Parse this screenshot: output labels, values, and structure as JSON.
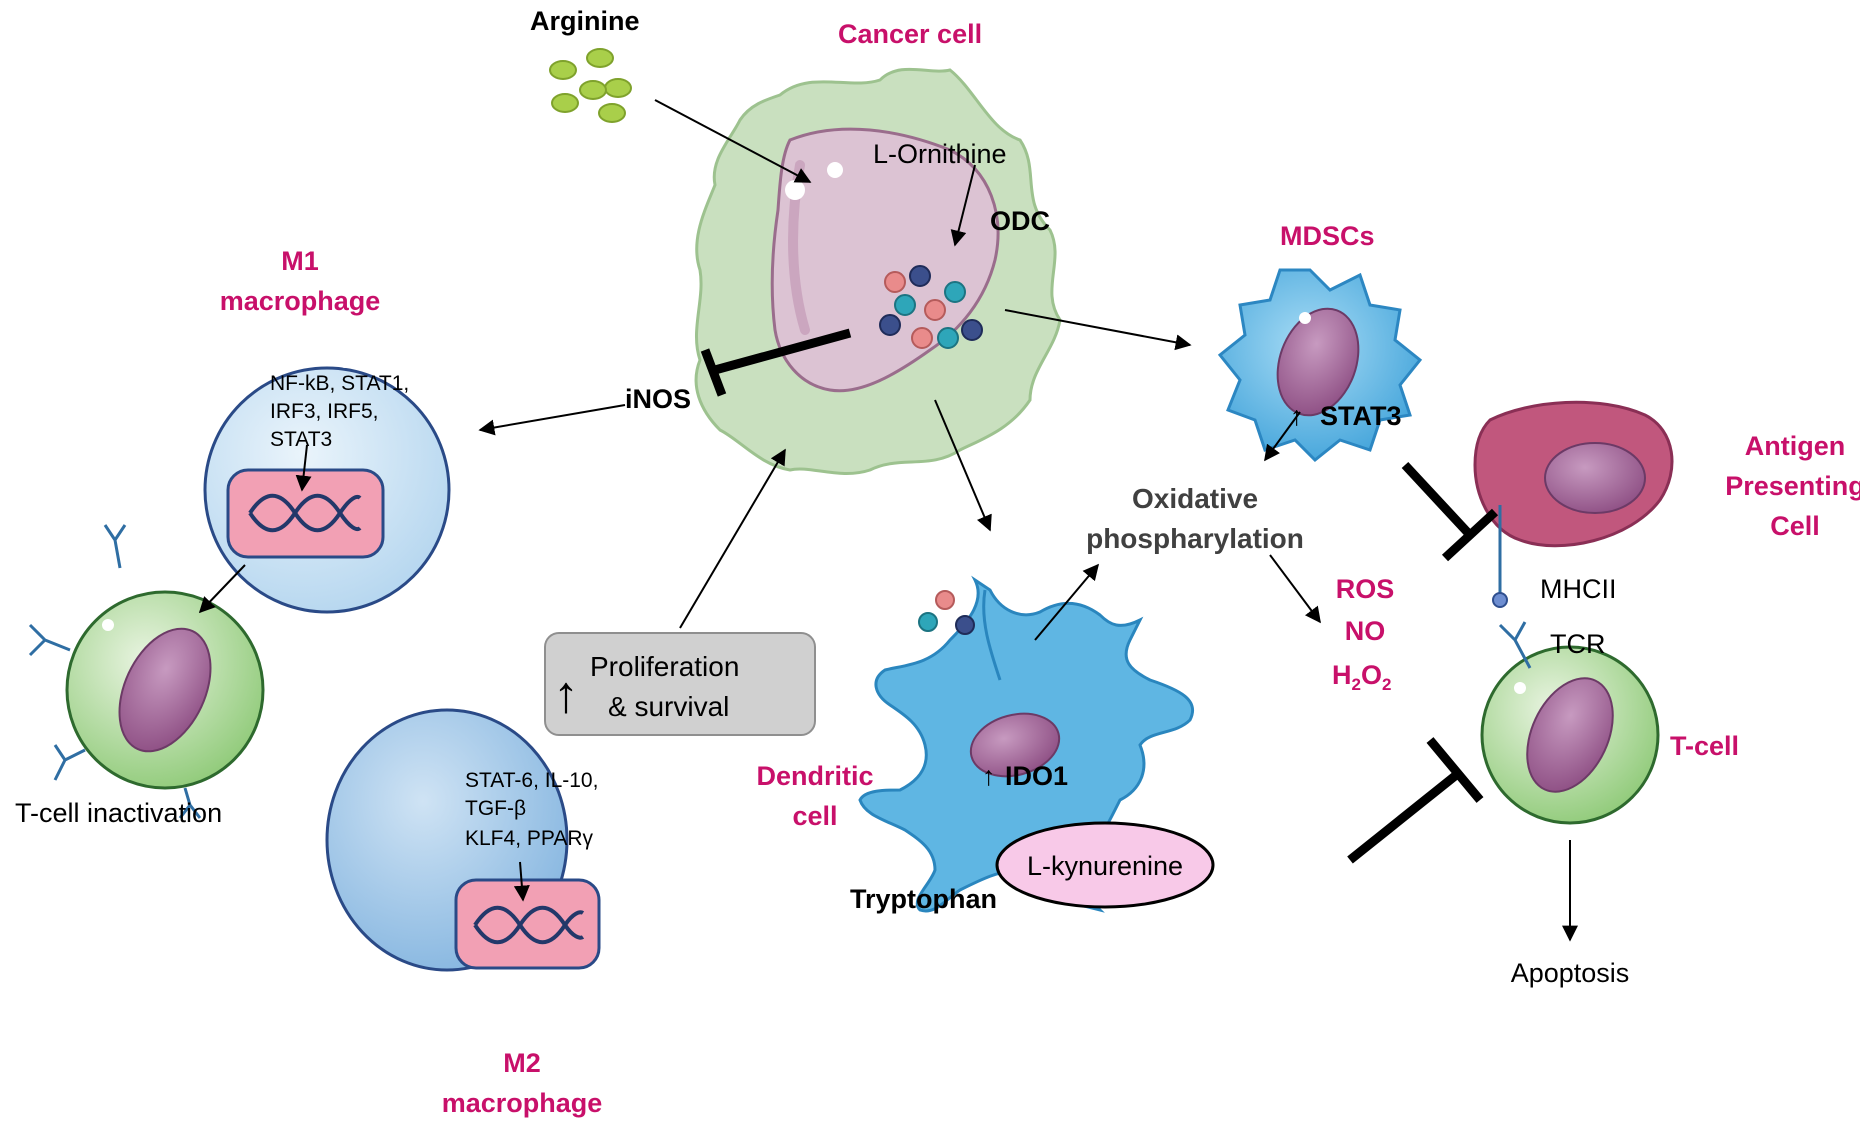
{
  "colors": {
    "magenta": "#c8106a",
    "black": "#000000",
    "gray_text": "#404040",
    "cancer_fill": "#c9e0bf",
    "cancer_nucleus": "#d9c0d0",
    "mdsc_fill": "#63b8e6",
    "dendritic_fill": "#5fb6e3",
    "m1_fill": "#cfe5f5",
    "m2_fill": "#a9ccea",
    "tcell_ring": "#8cc97a",
    "tcell_nucleus": "#a36092",
    "dna_box": "#f2a0b4",
    "kyn_fill": "#f8c9e8",
    "prolif_fill": "#d0d0d0",
    "apc_fill": "#c1577d",
    "pellet_green": "#a9cf4a"
  },
  "labels": {
    "arginine": "Arginine",
    "cancer_cell": "Cancer cell",
    "l_ornithine": "L-Ornithine",
    "odc": "ODC",
    "mdscs": "MDSCs",
    "stat3": "STAT3",
    "m1_title_line1": "M1",
    "m1_title_line2": "macrophage",
    "m1_factors": [
      "NF-kB, STAT1,",
      "IRF3, IRF5,",
      "STAT3"
    ],
    "inos": "iNOS",
    "oxphos_line1": "Oxidative",
    "oxphos_line2": "phospharylation",
    "apc_line1": "Antigen",
    "apc_line2": "Presenting",
    "apc_line3": "Cell",
    "mhcii": "MHCII",
    "tcr": "TCR",
    "ros": "ROS",
    "no": "NO",
    "h2o2_h": "H",
    "h2o2_2a": "2",
    "h2o2_o": "O",
    "h2o2_2b": "2",
    "t_cell": "T-cell",
    "t_cell_inactivation": "T-cell inactivation",
    "prolif_up": "↑",
    "prolif_line1": "Proliferation",
    "prolif_line2": "& survival",
    "m2_factors": [
      "STAT-6, IL-10,",
      "TGF-β",
      "KLF4, PPARγ"
    ],
    "m2_title_line1": "M2",
    "m2_title_line2": "macrophage",
    "dendritic_line1": "Dendritic",
    "dendritic_line2": "cell",
    "ido1": "IDO1",
    "tryptophan": "Tryptophan",
    "l_kynurenine": "L-kynurenine",
    "apoptosis": "Apoptosis",
    "up_arrow": "↑"
  }
}
